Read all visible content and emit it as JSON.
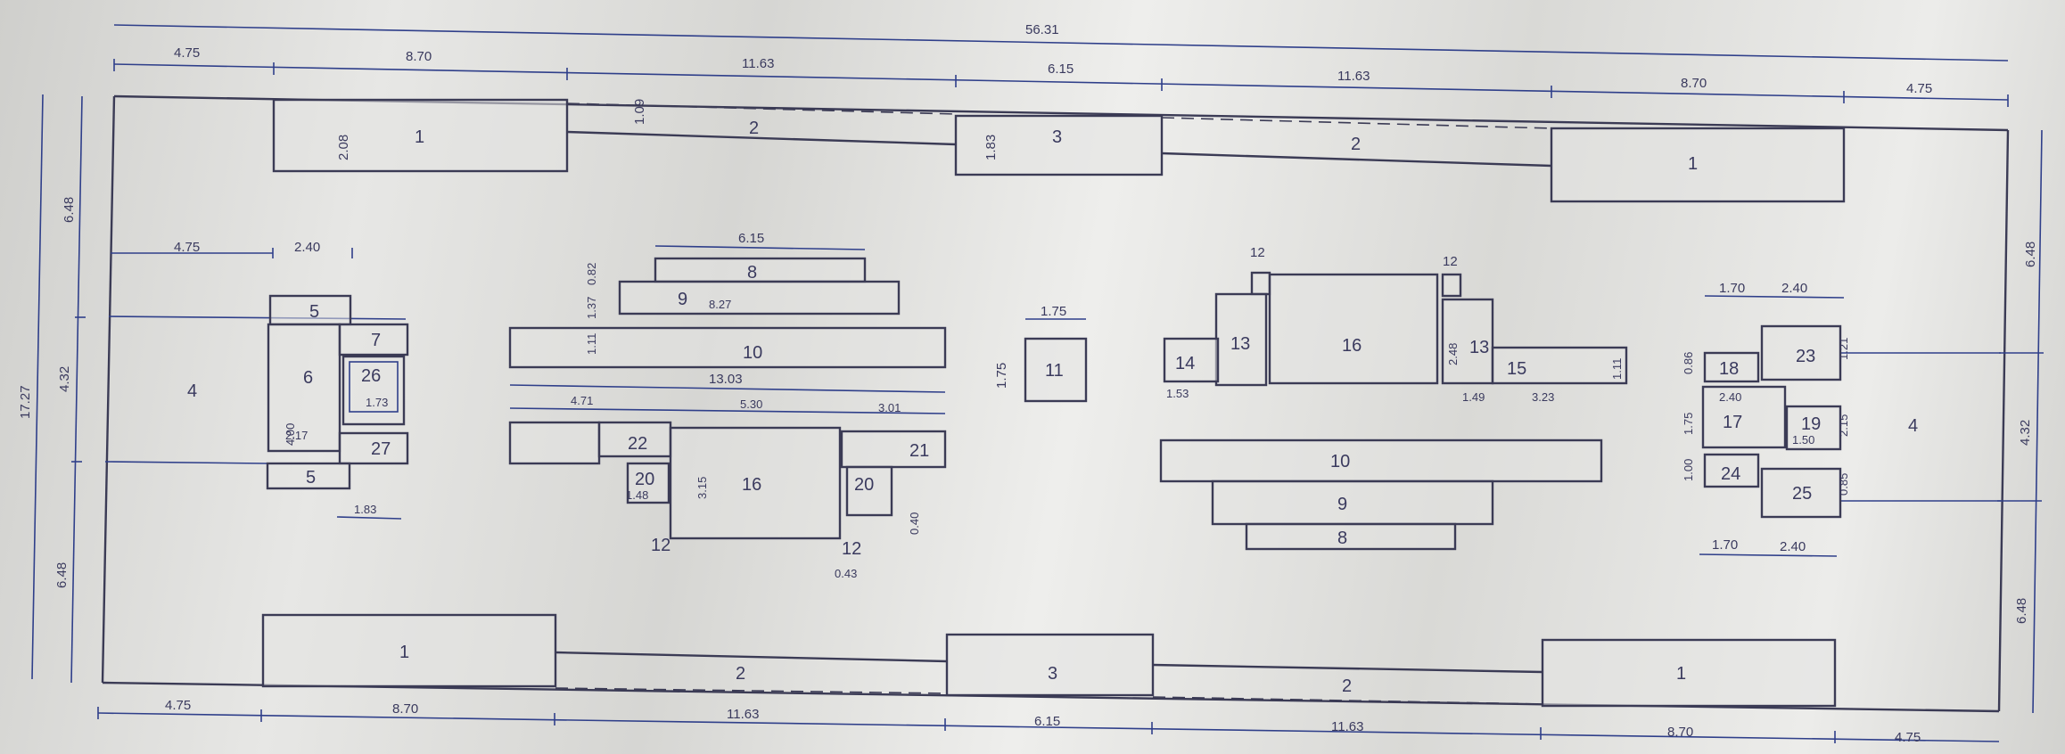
{
  "overall": "56.31",
  "top_row": [
    "4.75",
    "8.70",
    "11.63",
    "6.15",
    "11.63",
    "8.70",
    "4.75"
  ],
  "bottom_row": [
    "4.75",
    "8.70",
    "11.63",
    "6.15",
    "11.63",
    "8.70",
    "4.75"
  ],
  "left_side": {
    "total": "17.27",
    "a": "6.48",
    "b": "4.32",
    "c": "6.48"
  },
  "right_side": {
    "a": "6.48",
    "b": "4.32",
    "c": "6.48"
  },
  "labels": {
    "n1": "1",
    "n2": "2",
    "n3": "3",
    "n4": "4",
    "n5": "5",
    "n6": "6",
    "n7": "7",
    "n8": "8",
    "n9": "9",
    "n10": "10",
    "n11": "11",
    "n12": "12",
    "n13": "13",
    "n14": "14",
    "n15": "15",
    "n16": "16",
    "n17": "17",
    "n18": "18",
    "n19": "19",
    "n20": "20",
    "n21": "21",
    "n22": "22",
    "n23": "23",
    "n24": "24",
    "n25": "25",
    "n26": "26",
    "n27": "27"
  },
  "dims": {
    "d208": "2.08",
    "d109": "1.09",
    "d183": "1.83",
    "d475": "4.75",
    "d240": "2.40",
    "d400": "4.00",
    "d217": "2.17",
    "d173": "1.73",
    "d183b": "1.83",
    "d615": "6.15",
    "d082": "0.82",
    "d137": "1.37",
    "d827": "8.27",
    "d111": "1.11",
    "d1303": "13.03",
    "d471": "4.71",
    "d530": "5.30",
    "d301": "3.01",
    "d315": "3.15",
    "d148": "1.48",
    "d043": "0.43",
    "d040": "0.40",
    "d175": "1.75",
    "d153": "1.53",
    "d248": "2.48",
    "d149": "1.49",
    "d323": "3.23",
    "d170": "1.70",
    "d086": "0.86",
    "d215": "2.15",
    "d150": "1.50",
    "d100": "1.00",
    "d085": "0.85",
    "d121": "1.21"
  }
}
